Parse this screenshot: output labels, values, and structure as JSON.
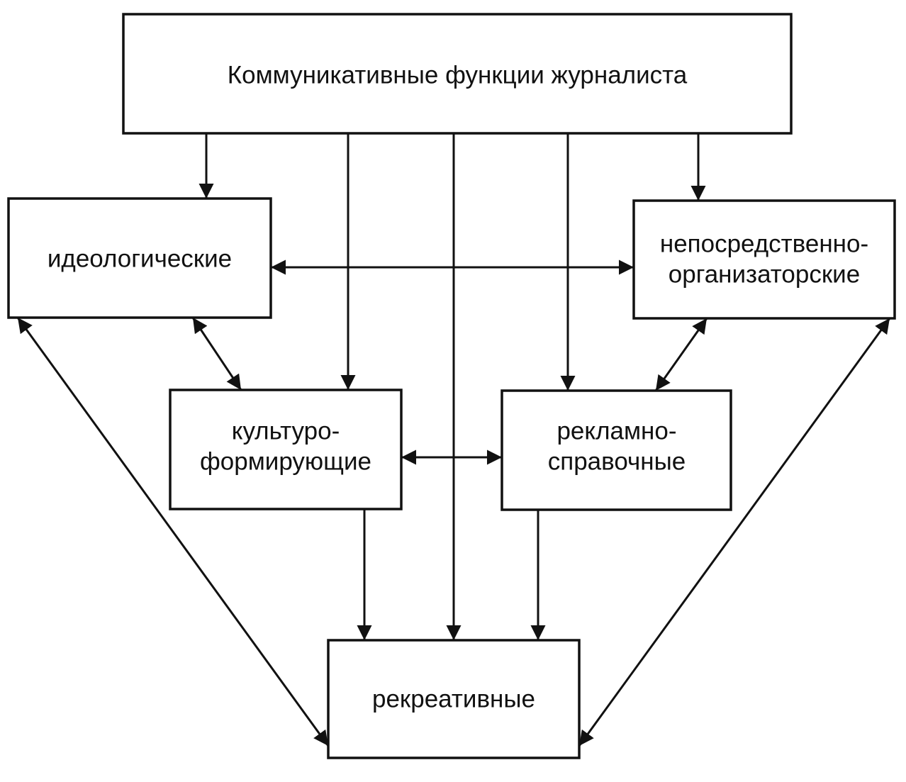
{
  "diagram": {
    "nodes": {
      "root": {
        "lines": [
          "Коммуникативные функции журналиста"
        ]
      },
      "ideological": {
        "lines": [
          "идеологические"
        ]
      },
      "organizational": {
        "lines": [
          "непосредственно-",
          "организаторские"
        ]
      },
      "cultural": {
        "lines": [
          "культуро-",
          "формирующие"
        ]
      },
      "advertising": {
        "lines": [
          "рекламно-",
          "справочные"
        ]
      },
      "recreational": {
        "lines": [
          "рекреативные"
        ]
      }
    },
    "edges": [
      {
        "from": "root",
        "to": "ideological",
        "direction": "forward"
      },
      {
        "from": "root",
        "to": "organizational",
        "direction": "forward"
      },
      {
        "from": "root",
        "to": "cultural",
        "direction": "forward"
      },
      {
        "from": "root",
        "to": "advertising",
        "direction": "forward"
      },
      {
        "from": "root",
        "to": "recreational",
        "direction": "forward"
      },
      {
        "from": "ideological",
        "to": "organizational",
        "direction": "both"
      },
      {
        "from": "cultural",
        "to": "advertising",
        "direction": "both"
      },
      {
        "from": "ideological",
        "to": "cultural",
        "direction": "both"
      },
      {
        "from": "organizational",
        "to": "advertising",
        "direction": "both"
      },
      {
        "from": "cultural",
        "to": "recreational",
        "direction": "forward"
      },
      {
        "from": "advertising",
        "to": "recreational",
        "direction": "forward"
      },
      {
        "from": "ideological",
        "to": "recreational",
        "direction": "both"
      },
      {
        "from": "organizational",
        "to": "recreational",
        "direction": "both"
      }
    ]
  }
}
